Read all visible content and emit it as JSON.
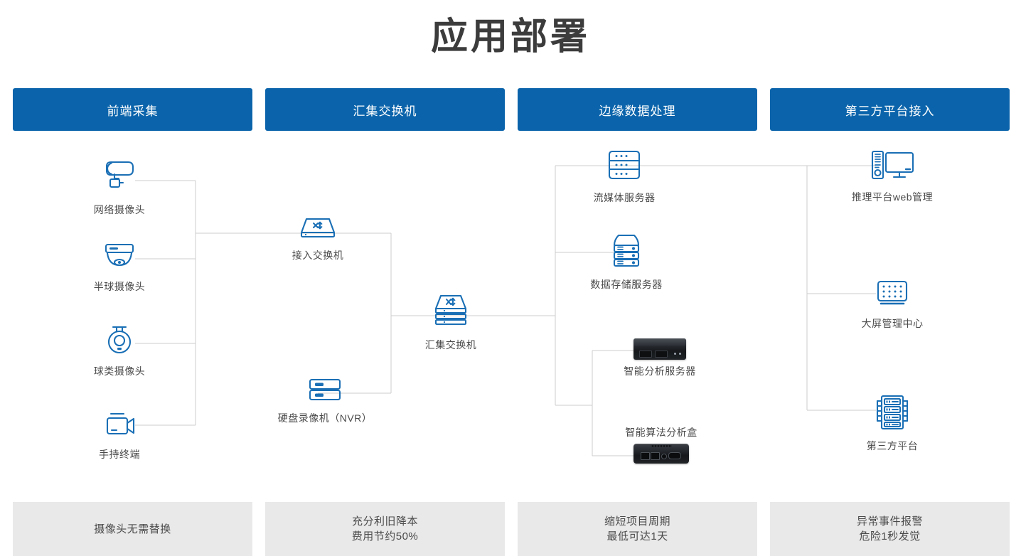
{
  "title": "应用部署",
  "theme": {
    "header_blue": "#0b64ab",
    "icon_blue": "#1a6fb5",
    "footer_grey": "#e9e9e9",
    "line_grey": "#cccccc",
    "text_grey": "#4a4a4a"
  },
  "columns": [
    {
      "header": "前端采集",
      "footer_lines": [
        "摄像头无需替换"
      ],
      "nodes": [
        {
          "label": "网络摄像头",
          "icon": "bullet-camera-icon"
        },
        {
          "label": "半球摄像头",
          "icon": "dome-camera-icon"
        },
        {
          "label": "球类摄像头",
          "icon": "ptz-camera-icon"
        },
        {
          "label": "手持终端",
          "icon": "handheld-camcorder-icon"
        }
      ]
    },
    {
      "header": "汇集交换机",
      "footer_lines": [
        "充分利旧降本",
        "费用节约50%"
      ],
      "nodes": [
        {
          "label": "接入交换机",
          "icon": "network-switch-icon"
        },
        {
          "label": "硬盘录像机（NVR）",
          "icon": "nvr-recorder-icon"
        },
        {
          "label": "汇集交换机",
          "icon": "stacked-switch-icon"
        }
      ]
    },
    {
      "header": "边缘数据处理",
      "footer_lines": [
        "缩短项目周期",
        "最低可达1天"
      ],
      "nodes": [
        {
          "label": "流媒体服务器",
          "icon": "streaming-server-icon"
        },
        {
          "label": "数据存储服务器",
          "icon": "storage-server-icon"
        },
        {
          "label": "智能分析服务器",
          "icon": "rack-server-photo"
        },
        {
          "label": "智能算法分析盒",
          "icon": "algorithm-box-photo"
        }
      ]
    },
    {
      "header": "第三方平台接入",
      "footer_lines": [
        "异常事件报警",
        "危险1秒发觉"
      ],
      "nodes": [
        {
          "label": "推理平台web管理",
          "icon": "desktop-pc-icon"
        },
        {
          "label": "大屏管理中心",
          "icon": "video-wall-icon"
        },
        {
          "label": "第三方平台",
          "icon": "server-rack-icon"
        }
      ]
    }
  ]
}
